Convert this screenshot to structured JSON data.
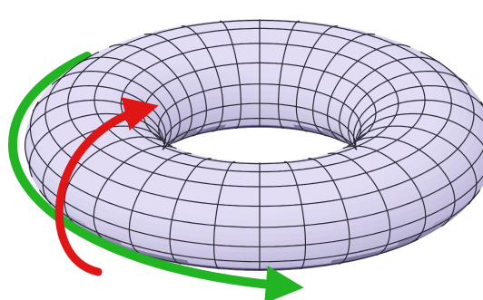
{
  "figure": {
    "subject": "torus",
    "colors": {
      "surface_light": "#e2ddf5",
      "surface_mid": "#c9c0ea",
      "surface_shadow": "#8f86b6",
      "hole_shadow": "#4a4470",
      "grid_line": "#2a2a35",
      "background": "#ffffff",
      "toroidal_arrow": "#22b422",
      "poloidal_arrow": "#e01515"
    },
    "grid": {
      "toroidal_divisions": 32,
      "poloidal_divisions": 16
    },
    "arrows": [
      {
        "id": "toroidal-direction-arrow",
        "color_key": "toroidal_arrow"
      },
      {
        "id": "poloidal-direction-arrow",
        "color_key": "poloidal_arrow"
      }
    ]
  }
}
